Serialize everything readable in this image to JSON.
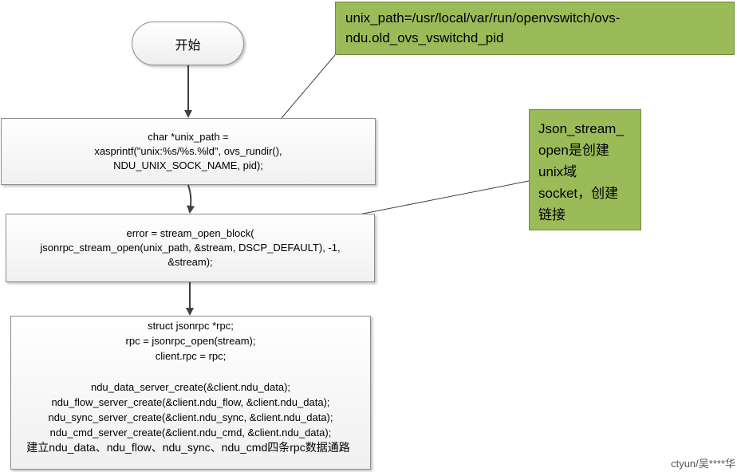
{
  "start": {
    "label": "开始"
  },
  "box1": {
    "lines": [
      "char *unix_path =",
      "xasprintf(\"unix:%s/%s.%ld\", ovs_rundir(),",
      "NDU_UNIX_SOCK_NAME, pid);"
    ]
  },
  "box2": {
    "lines": [
      "error = stream_open_block(",
      "jsonrpc_stream_open(unix_path, &stream, DSCP_DEFAULT), -1,",
      "&stream);"
    ]
  },
  "box3": {
    "lines": [
      "struct jsonrpc *rpc;",
      "rpc = jsonrpc_open(stream);",
      "client.rpc = rpc;",
      "",
      "ndu_data_server_create(&client.ndu_data);",
      "ndu_flow_server_create(&client.ndu_flow, &client.ndu_data);",
      "ndu_sync_server_create(&client.ndu_sync, &client.ndu_data);",
      "ndu_cmd_server_create(&client.ndu_cmd, &client.ndu_data);",
      "建立ndu_data、ndu_flow、ndu_sync、ndu_cmd四条rpc数据通路"
    ]
  },
  "note1": {
    "lines": [
      "unix_path=/usr/local/var/run/openvswitch/ovs-",
      "ndu.old_ovs_vswitchd_pid"
    ]
  },
  "note2": {
    "lines": [
      "Json_stream_",
      "open是创建",
      "unix域",
      "socket，创建",
      "链接"
    ]
  },
  "watermark": "ctyun/吴****华",
  "colors": {
    "note_fill": "#9bbb59",
    "arrow": "#404040"
  }
}
